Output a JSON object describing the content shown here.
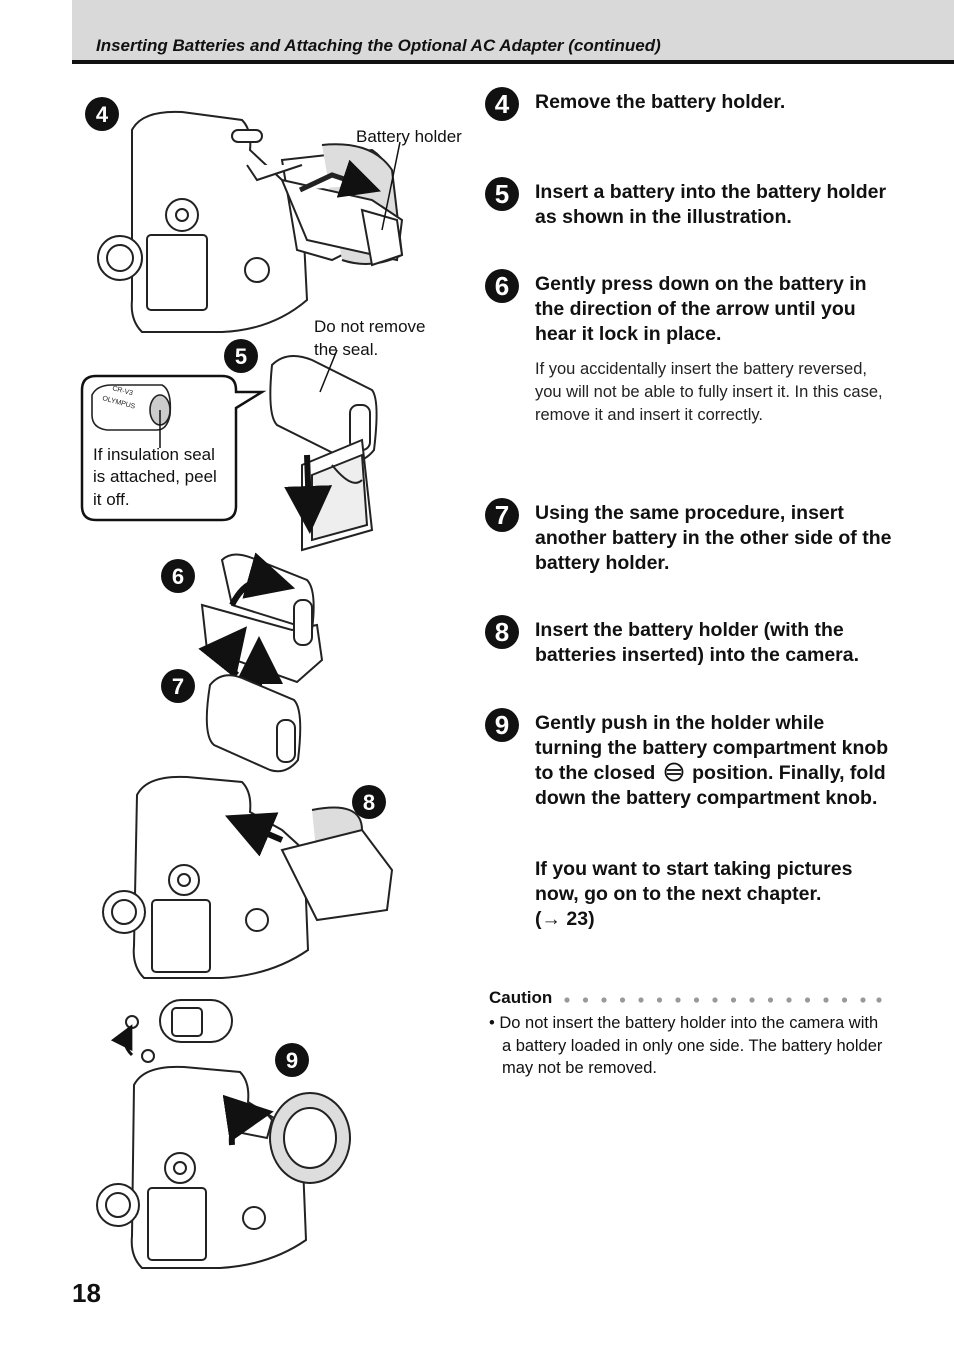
{
  "header": {
    "title": "Inserting Batteries and Attaching the Optional AC Adapter (continued)"
  },
  "illustration": {
    "badges": [
      "4",
      "5",
      "6",
      "7",
      "8",
      "9"
    ],
    "labels": {
      "battery_holder": "Battery holder",
      "do_not_remove_line1": "Do not remove",
      "do_not_remove_line2": "the seal.",
      "insulation_line1": "If insulation seal",
      "insulation_line2": "is attached, peel",
      "insulation_line3": "it off.",
      "battery_brand": "OLYMPUS",
      "battery_model": "CR-V3"
    }
  },
  "steps": [
    {
      "num": "4",
      "title": "Remove the battery holder."
    },
    {
      "num": "5",
      "title": "Insert a battery into the battery holder as shown in the illustration."
    },
    {
      "num": "6",
      "title": "Gently press down on the battery in the direction of the arrow until you hear it lock in place.",
      "note": "If you accidentally insert the battery reversed, you will not be able to fully insert it. In this case, remove it and insert it correctly."
    },
    {
      "num": "7",
      "title": "Using the same procedure, insert another battery in the other side of the battery holder."
    },
    {
      "num": "8",
      "title": "Insert the battery holder (with the batteries inserted) into the camera."
    },
    {
      "num": "9",
      "title_part1": "Gently push in the holder while turning the battery compartment knob to the closed",
      "title_part2": "position. Finally, fold down the battery compartment knob.",
      "extra_line1": "If you want to start taking pictures now, go on to the next chapter.",
      "extra_line2": "(→ 23)"
    }
  ],
  "caution": {
    "label": "Caution",
    "text": "• Do not insert the battery holder into the camera with a battery loaded in only one side. The battery holder may not be removed."
  },
  "page_number": "18"
}
